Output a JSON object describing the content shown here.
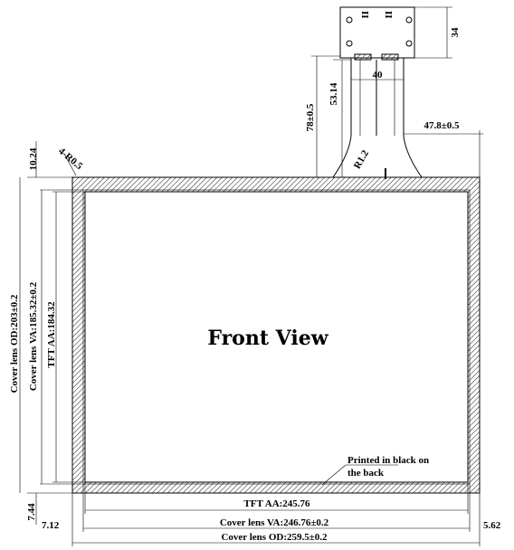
{
  "view_title": "Front View",
  "dimensions": {
    "fpc_width_34": "34",
    "fpc_connector_40": "40",
    "fpc_length_53": "53.14",
    "fpc_length_78": "78±0.5",
    "fpc_offset": "47.8±0.5",
    "fpc_radius": "R1.2",
    "corner_radius": "4-R0.5",
    "top_border": "10.24",
    "bottom_border": "7.44",
    "left_border": "7.12",
    "right_border": "5.62",
    "tft_aa_height": "TFT AA:184.32",
    "cover_va_height": "Cover lens VA:185.32±0.2",
    "cover_od_height": "Cover lens OD:203±0.2",
    "tft_aa_width": "TFT AA:245.76",
    "cover_va_width": "Cover lens VA:246.76±0.2",
    "cover_od_width": "Cover lens OD:259.5±0.2"
  },
  "note": {
    "line1": "Printed in black on",
    "line2": "the back"
  },
  "label_marks": {
    "mark_top": "II",
    "mark_right": "II"
  }
}
